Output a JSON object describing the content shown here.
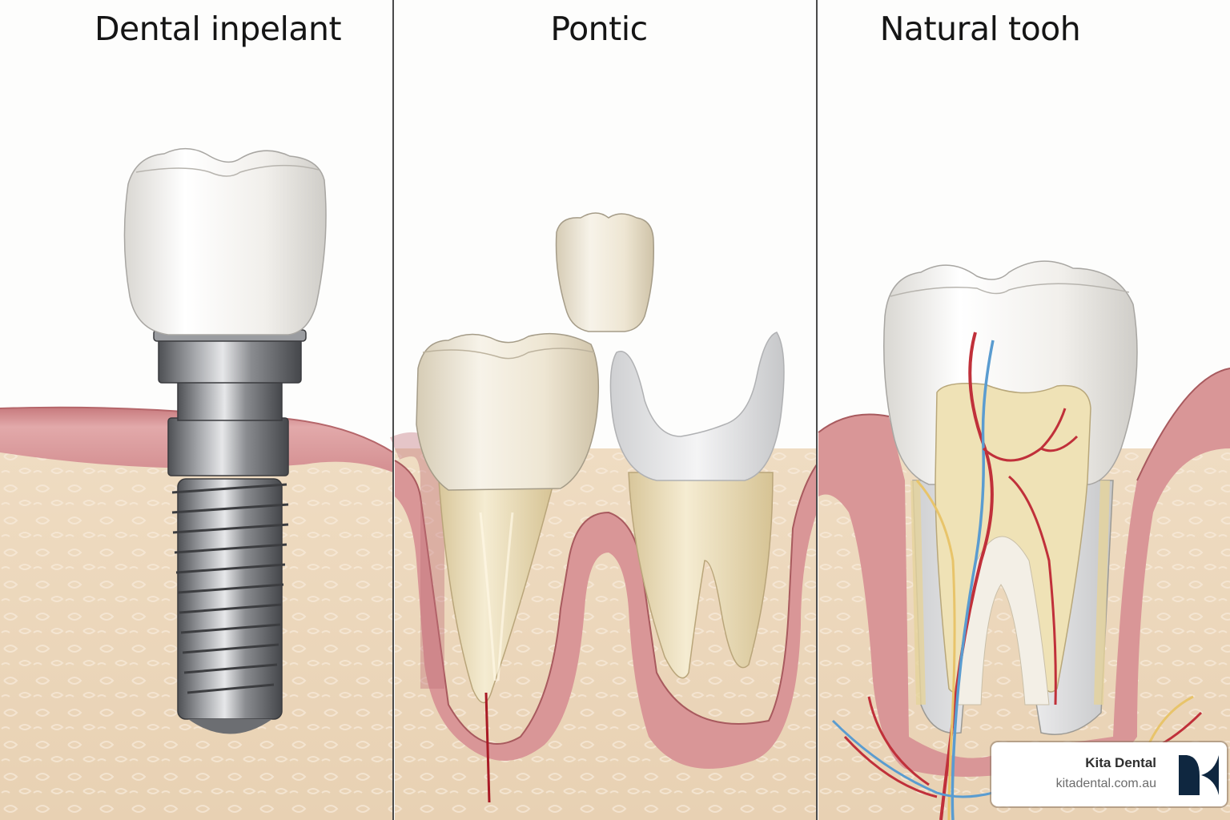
{
  "panels": [
    {
      "title": "Dental inpelant",
      "subject": "implant"
    },
    {
      "title": "Pontic",
      "subject": "pontic"
    },
    {
      "title": "Natural tooh",
      "subject": "natural-tooth"
    }
  ],
  "badge": {
    "name": "Kita Dental",
    "url": "kitadental.com.au",
    "logo_icon": "kita-dental-logo-icon"
  },
  "colors": {
    "background": "#fdfdfc",
    "gum": "#d08a8c",
    "gum_dark": "#b86a6e",
    "bone": "#ecd8bd",
    "enamel": "#f2f0ec",
    "dentin": "#e9dcb8",
    "titanium": "#8d8f93",
    "artery": "#c0303a",
    "vein": "#5a9cd0",
    "nerve": "#e8c46a",
    "divider": "#4a4a4a",
    "logo": "#0f2740"
  }
}
